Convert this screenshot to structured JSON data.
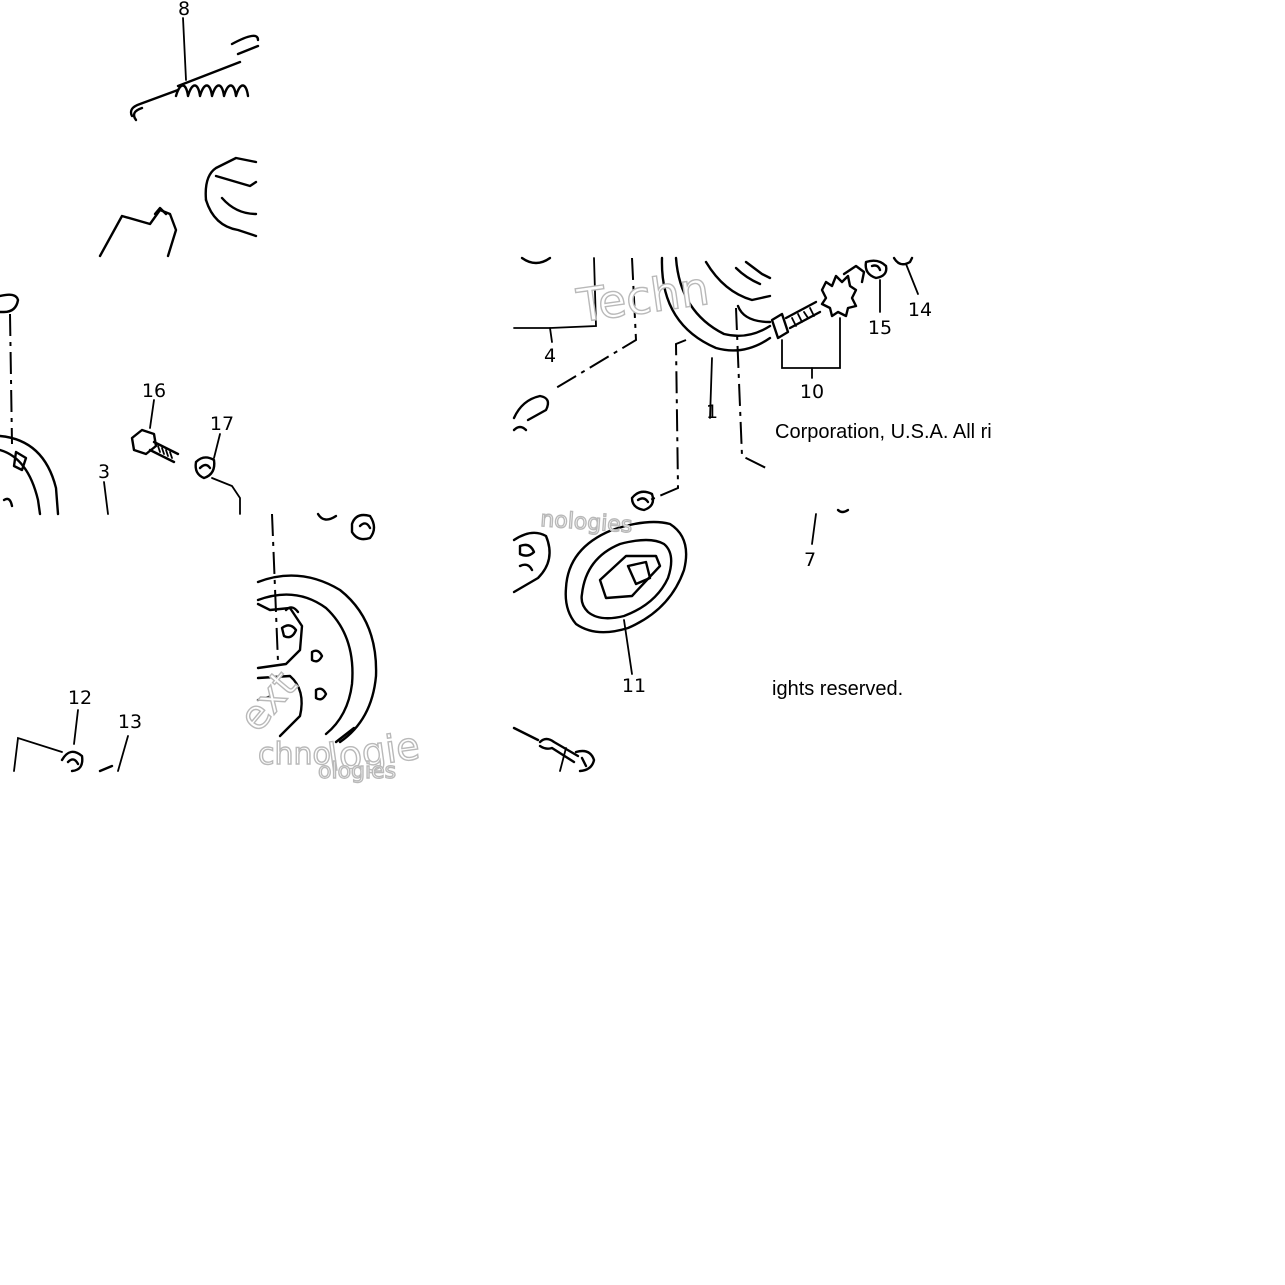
{
  "diagram": {
    "callouts": {
      "c8": "8",
      "c16": "16",
      "c17": "17",
      "c3": "3",
      "c12": "12",
      "c13": "13",
      "c4": "4",
      "c1": "1",
      "c10": "10",
      "c15": "15",
      "c14": "14",
      "c7": "7",
      "c11": "11"
    },
    "copyright_fragment_1": "Corporation, U.S.A. All ri",
    "copyright_fragment_2": "ights reserved.",
    "watermark": {
      "w1": "Techn",
      "w2": "ext",
      "w3": "chno",
      "w4": "logie",
      "w5": "ologies",
      "w6": "nologies"
    }
  }
}
